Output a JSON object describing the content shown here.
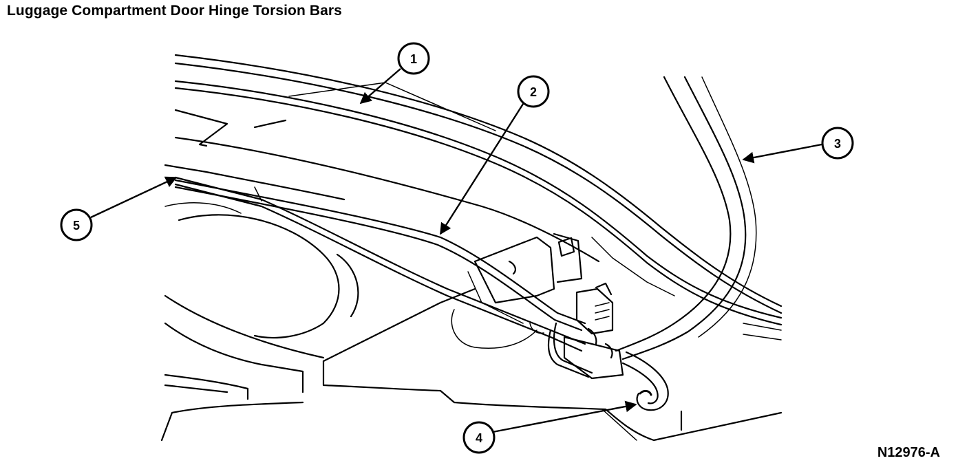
{
  "header": {
    "title": "Luggage Compartment Door Hinge Torsion Bars"
  },
  "footer": {
    "figure_id": "N12976-A"
  },
  "callouts": [
    {
      "id": "callout-1",
      "label": "1"
    },
    {
      "id": "callout-2",
      "label": "2"
    },
    {
      "id": "callout-3",
      "label": "3"
    },
    {
      "id": "callout-4",
      "label": "4"
    },
    {
      "id": "callout-5",
      "label": "5"
    }
  ]
}
